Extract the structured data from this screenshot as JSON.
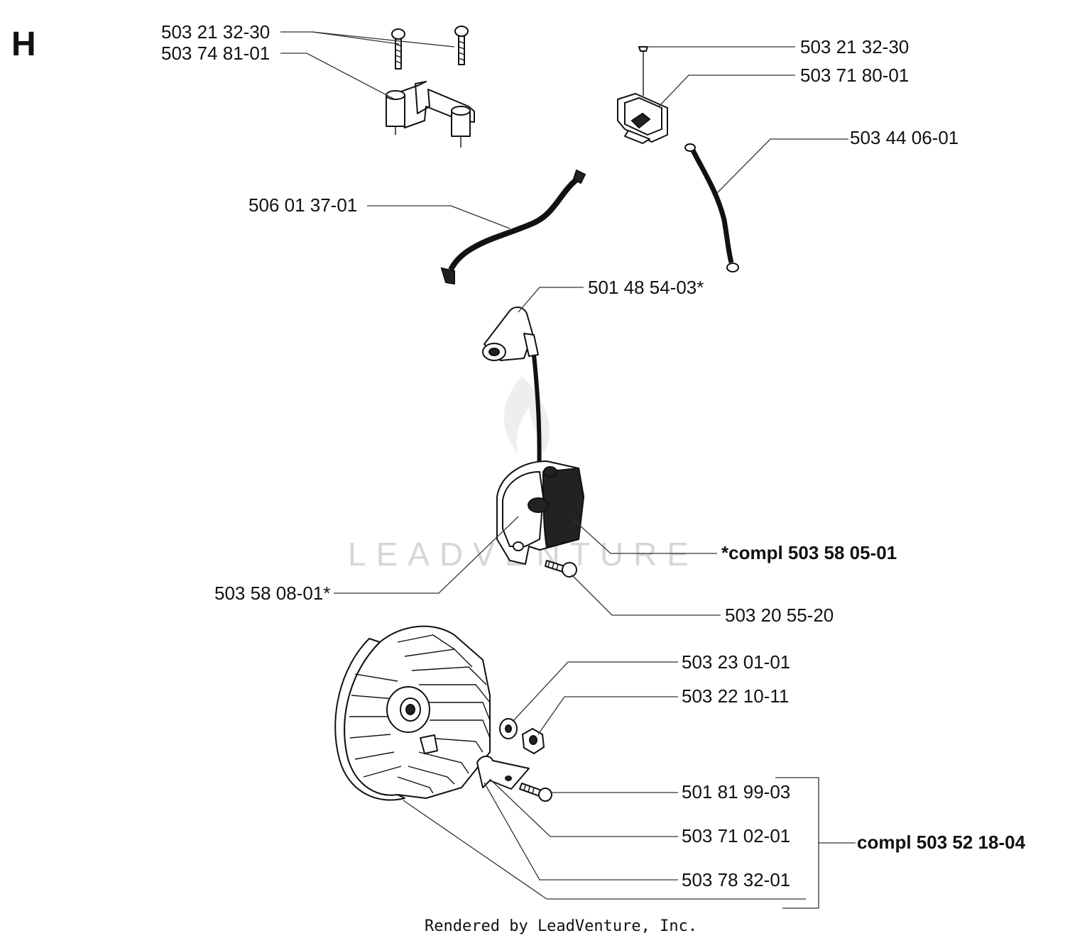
{
  "section_letter": "H",
  "watermark": "LEADVENTURE",
  "footer": "Rendered by LeadVenture, Inc.",
  "parts": {
    "screw_top_left": "503 21 32-30",
    "bracket": "503 74 81-01",
    "screw_top_right": "503 21 32-30",
    "switch": "503 71 80-01",
    "ground_wire": "503 44 06-01",
    "short_wire": "506 01 37-01",
    "spark_plug_cap": "501 48 54-03*",
    "coil_complete": "*compl 503 58 05-01",
    "coil": "503 58 08-01*",
    "coil_screw": "503 20 55-20",
    "washer": "503 23 01-01",
    "nut": "503 22 10-11",
    "pawl_screw": "501 81 99-03",
    "pawl": "503 71 02-01",
    "flywheel": "503 78 32-01",
    "flywheel_complete": "compl 503 52 18-04"
  }
}
